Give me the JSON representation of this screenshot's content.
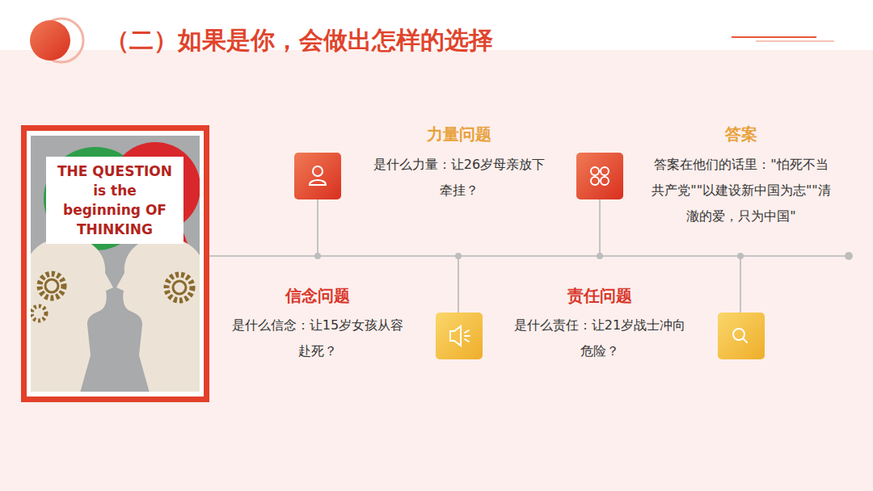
{
  "diagram": {
    "title": "（二）如果是你，会做出怎样的选择",
    "nodes": [
      {
        "text": [
          "THE QUESTION is the beginning OF THINKING"
        ]
      }
    ],
    "labels": [
      "力量问题",
      "是什么力量：让26岁母亲放下牵挂？",
      "答案",
      "答案在他们的话里：\"怕死不当共产党\"\"以建设新中国为志\"\"清澈的爱，只为中国\"",
      "信念问题",
      "是什么信念：让15岁女孩从容赴死？",
      "责任问题",
      "是什么责任：让21岁战士冲向危险？"
    ]
  }
}
